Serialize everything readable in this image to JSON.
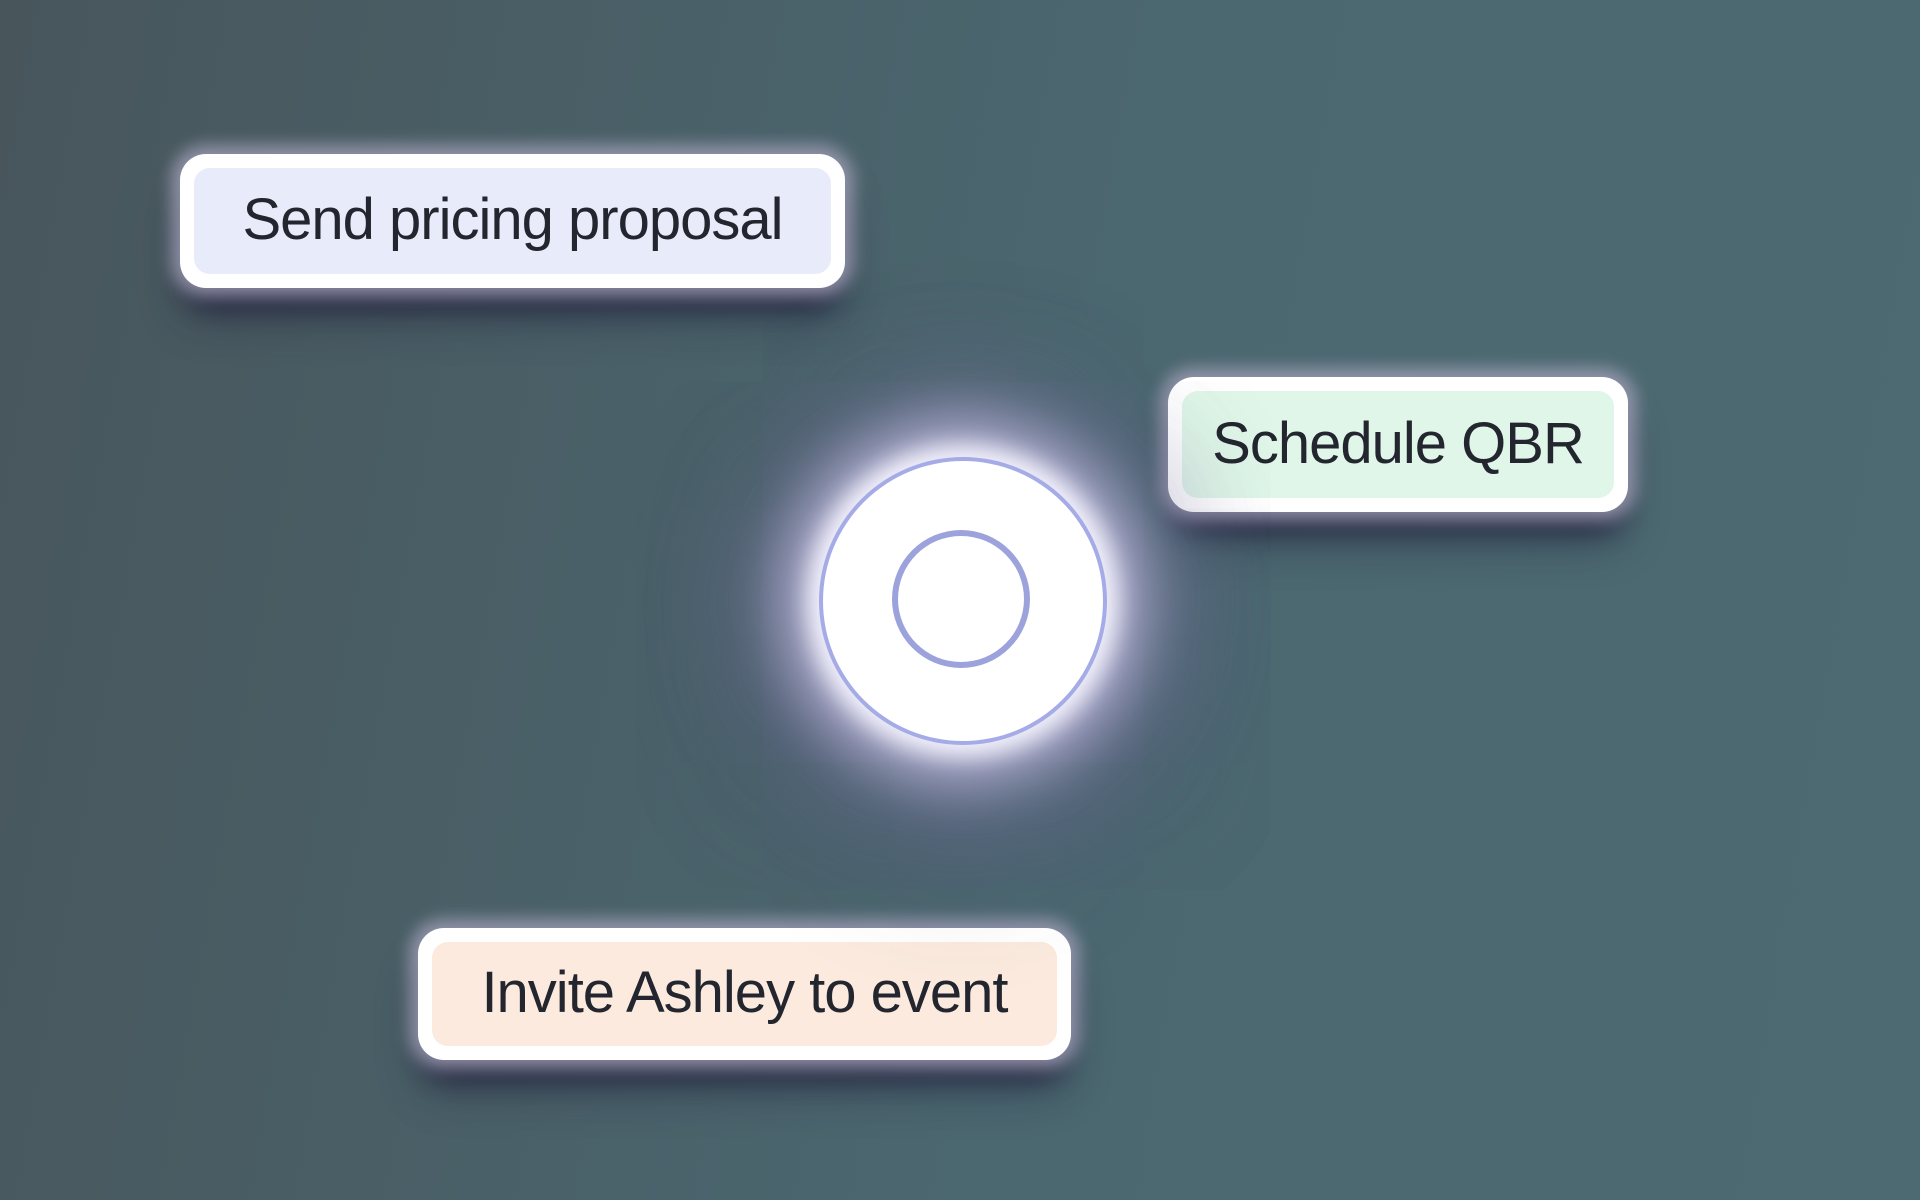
{
  "background": {
    "gradient_start": "#48565C",
    "gradient_end": "#4D6A72"
  },
  "chips": [
    {
      "label": "Send pricing proposal",
      "fill": "#E7EBFA"
    },
    {
      "label": "Schedule QBR",
      "fill": "#DFF6E8"
    },
    {
      "label": "Invite Ashley to event",
      "fill": "#FBEADD"
    }
  ],
  "orb": {
    "fill": "#FFFFFF",
    "ring_color": "#959CDE",
    "outer_border_color": "#8F96E0"
  },
  "text_color": "#23262E",
  "chip_frame_color": "#FFFFFF"
}
